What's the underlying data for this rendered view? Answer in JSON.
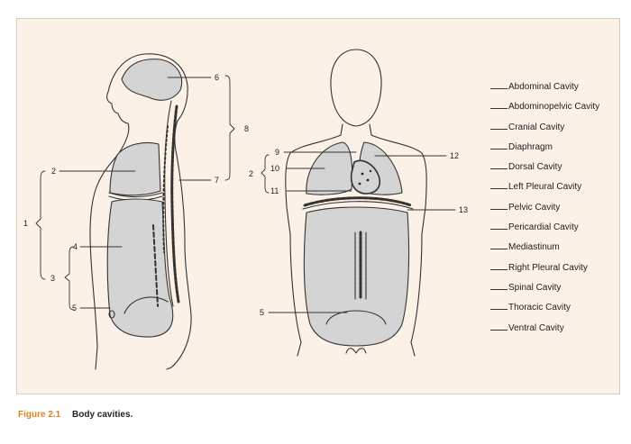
{
  "figure": {
    "label": "Figure 2.1",
    "title": "Body cavities."
  },
  "terms": [
    "Abdominal Cavity",
    "Abdominopelvic Cavity",
    "Cranial Cavity",
    "Diaphragm",
    "Dorsal Cavity",
    "Left Pleural Cavity",
    "Pelvic Cavity",
    "Pericardial Cavity",
    "Mediastinum",
    "Right Pleural Cavity",
    "Spinal Cavity",
    "Thoracic Cavity",
    "Ventral Cavity"
  ],
  "side_labels": [
    "1",
    "2",
    "3",
    "4",
    "5",
    "6",
    "7",
    "8"
  ],
  "front_labels": [
    "2",
    "5",
    "9",
    "10",
    "11",
    "12",
    "13"
  ],
  "colors": {
    "cavity_fill": "#d4d4d4",
    "panel_bg": "#fbf1e6",
    "caption_accent": "#e0801a"
  }
}
